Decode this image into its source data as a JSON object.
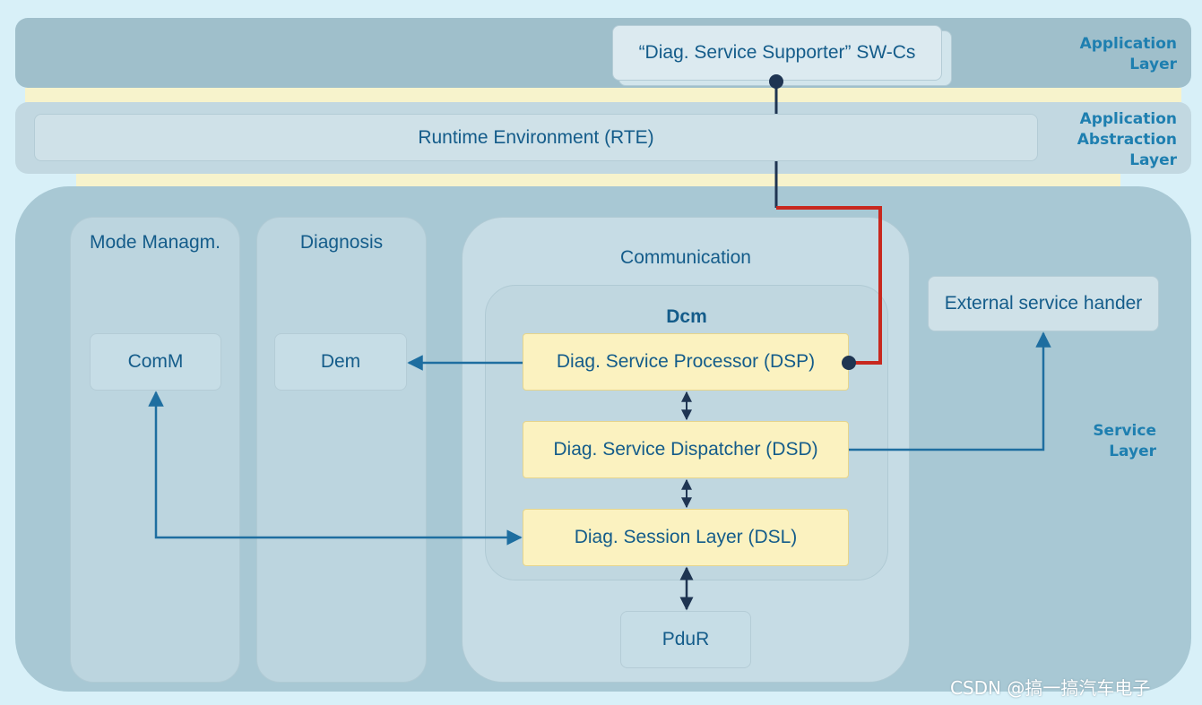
{
  "layers": {
    "application": "Application\nLayer",
    "abstraction": "Application\nAbstraction\nLayer",
    "service": "Service\nLayer"
  },
  "swc": "“Diag. Service Supporter” SW-Cs",
  "rte": "Runtime Environment (RTE)",
  "mode": {
    "title": "Mode Managm.",
    "comm": "ComM"
  },
  "diagnosis": {
    "title": "Diagnosis",
    "dem": "Dem"
  },
  "communication": {
    "title": "Communication",
    "dcm_title": "Dcm",
    "dsp": "Diag. Service Processor (DSP)",
    "dsd": "Diag. Service Dispatcher (DSD)",
    "dsl": "Diag. Session Layer (DSL)",
    "pdur": "PduR"
  },
  "external": "External service hander",
  "watermark": "CSDN @搞一搞汽车电子",
  "colors": {
    "arrow": "#1e6ea0",
    "highlight": "#c8281e",
    "connector": "#1f3552",
    "component_fill": "#fbf2c0"
  }
}
